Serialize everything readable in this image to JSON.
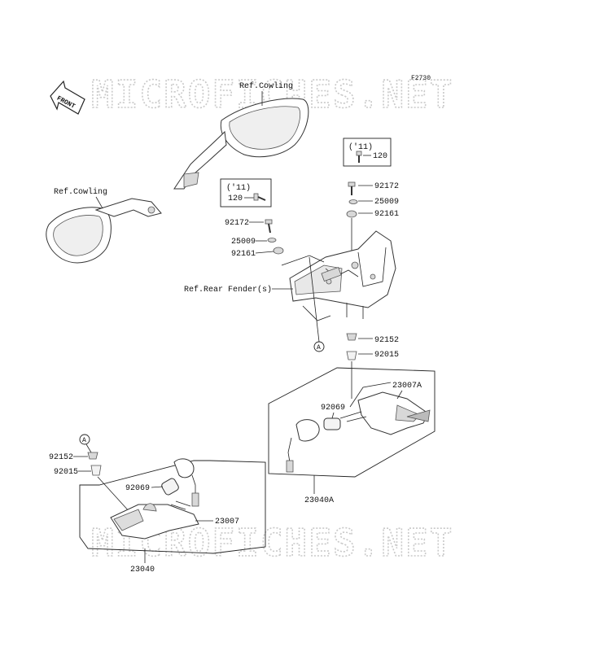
{
  "diagram_code": "F2730",
  "watermark": "MICROFICHES.NET",
  "front_label": "FRONT",
  "labels": {
    "ref_cowling_top": "Ref.Cowling",
    "ref_cowling_left": "Ref.Cowling",
    "ref_rear_fender": "Ref.Rear Fender(s)",
    "callout_a": "A",
    "p_92172_l": "92172",
    "p_25009_l": "25009",
    "p_92161_l": "92161",
    "p_92172_r": "92172",
    "p_25009_r": "25009",
    "p_92161_r": "92161",
    "p_92152_r": "92152",
    "p_92015_r": "92015",
    "p_23007a": "23007A",
    "p_92069_r": "92069",
    "p_23040a": "23040A",
    "p_92152_l": "92152",
    "p_92015_l": "92015",
    "p_92069_l": "92069",
    "p_23007": "23007",
    "p_23040": "23040"
  },
  "boxes": {
    "left_year": "('11)",
    "left_part": "120",
    "right_year": "('11)",
    "right_part": "120"
  }
}
